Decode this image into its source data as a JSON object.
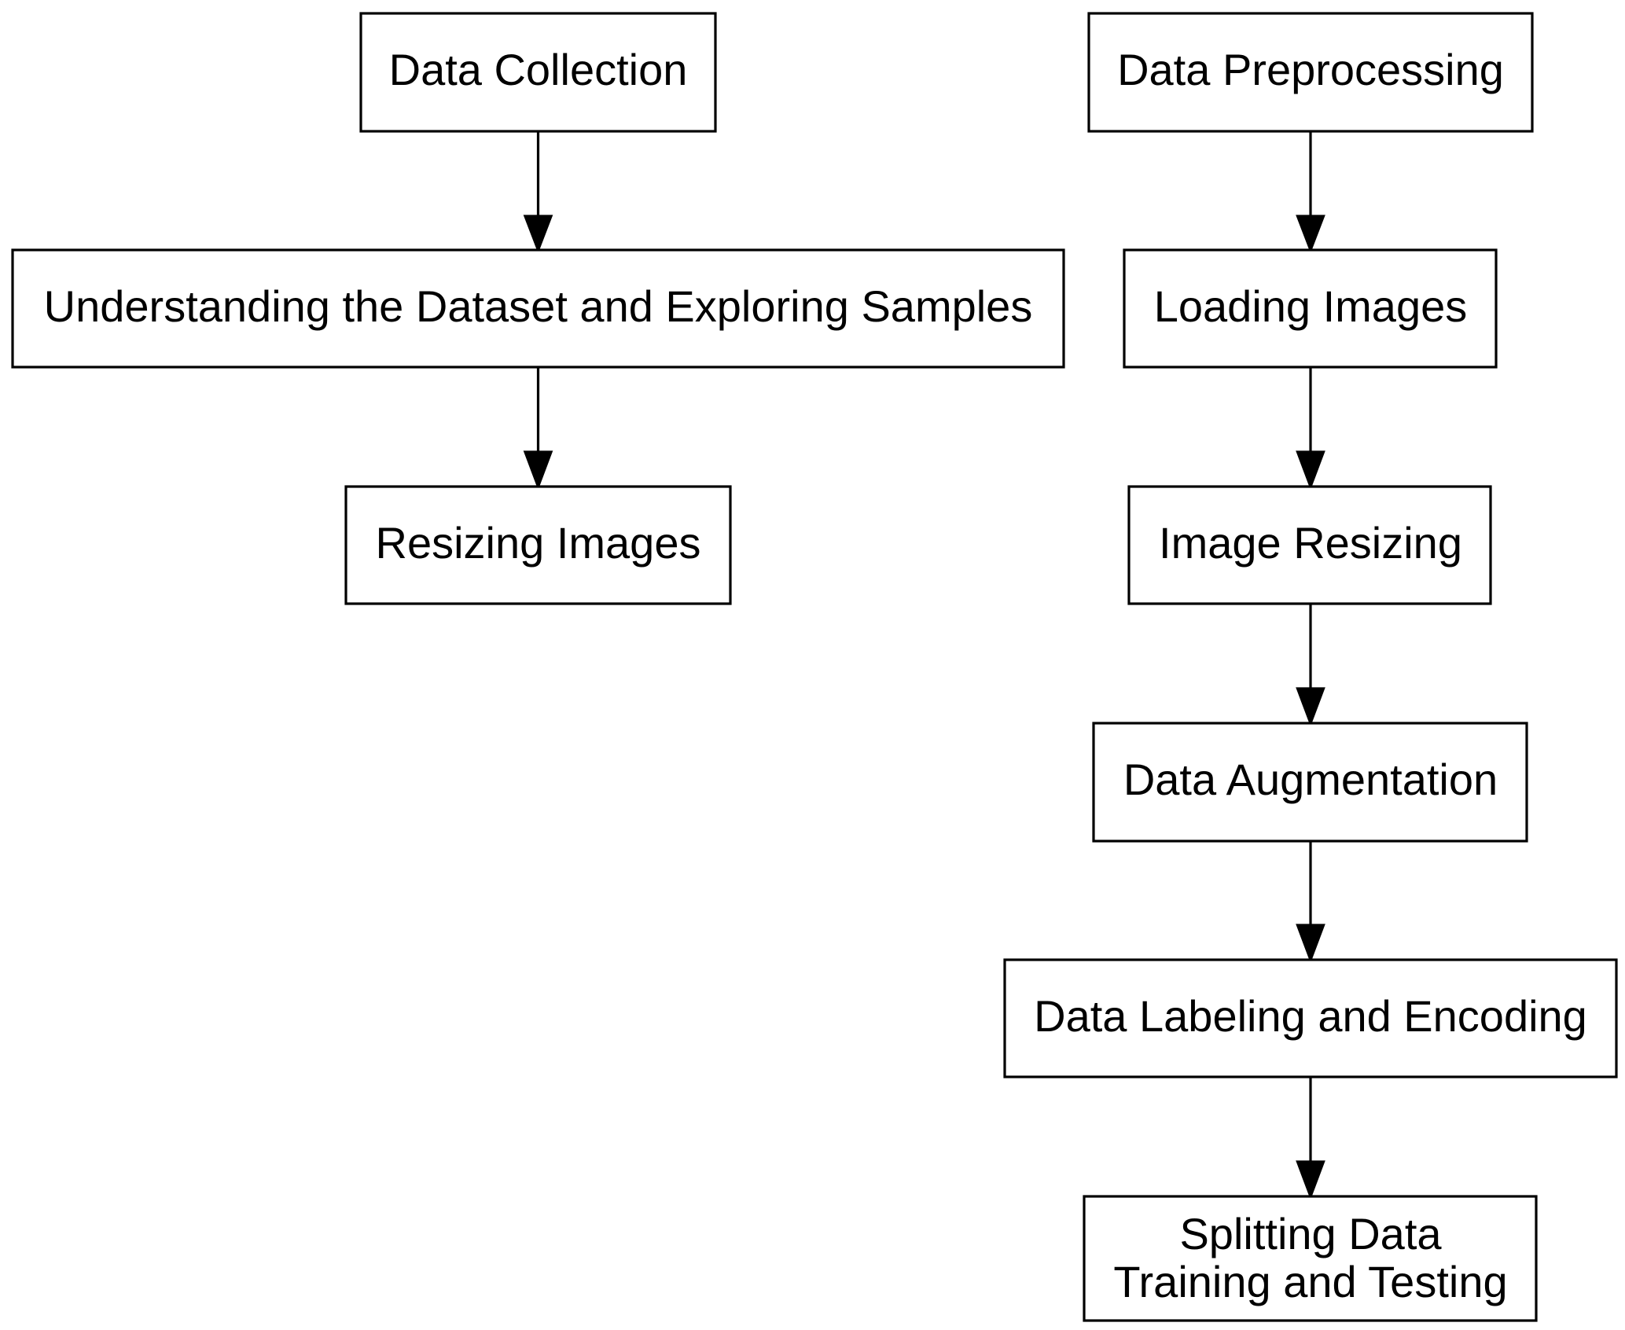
{
  "nodes": {
    "data_collection": {
      "label": "Data Collection"
    },
    "understanding_dataset": {
      "label": "Understanding the Dataset and Exploring Samples"
    },
    "resizing_images": {
      "label": "Resizing Images"
    },
    "data_preprocessing": {
      "label": "Data Preprocessing"
    },
    "loading_images": {
      "label": "Loading Images"
    },
    "image_resizing": {
      "label": "Image Resizing"
    },
    "data_augmentation": {
      "label": "Data Augmentation"
    },
    "data_labeling_encoding": {
      "label": "Data Labeling and Encoding"
    },
    "splitting_data": {
      "label_line1": "Splitting Data",
      "label_line2": "Training and Testing"
    }
  },
  "edges": [
    {
      "from": "Data Collection",
      "to": "Understanding the Dataset and Exploring Samples"
    },
    {
      "from": "Understanding the Dataset and Exploring Samples",
      "to": "Resizing Images"
    },
    {
      "from": "Data Preprocessing",
      "to": "Loading Images"
    },
    {
      "from": "Loading Images",
      "to": "Image Resizing"
    },
    {
      "from": "Image Resizing",
      "to": "Data Augmentation"
    },
    {
      "from": "Data Augmentation",
      "to": "Data Labeling and Encoding"
    },
    {
      "from": "Data Labeling and Encoding",
      "to": "Splitting Data Training and Testing"
    }
  ]
}
